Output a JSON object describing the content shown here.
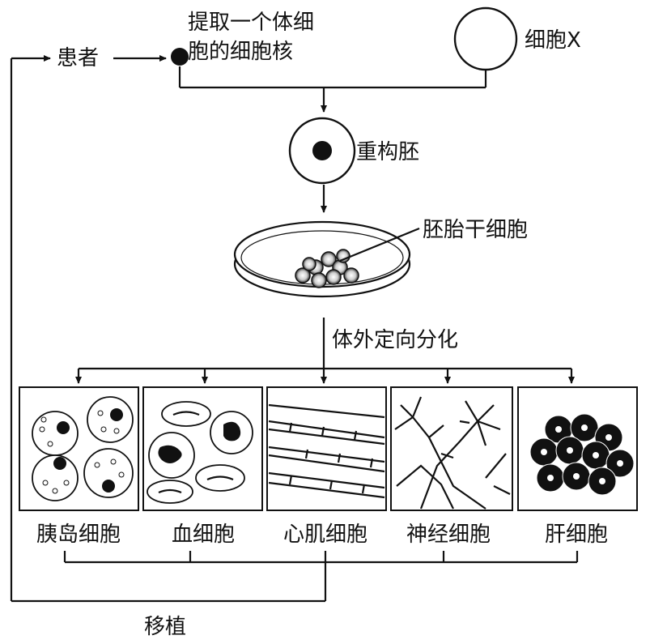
{
  "labels": {
    "patient": "患者",
    "extract_line1": "提取一个体细",
    "extract_line2": "胞的细胞核",
    "cell_x": "细胞X",
    "reconstructed_embryo": "重构胚",
    "embryonic_stem_cells": "胚胎干细胞",
    "differentiation": "体外定向分化",
    "transplant": "移植"
  },
  "cell_types": [
    "胰岛细胞",
    "血细胞",
    "心肌细胞",
    "神经细胞",
    "肝细胞"
  ]
}
